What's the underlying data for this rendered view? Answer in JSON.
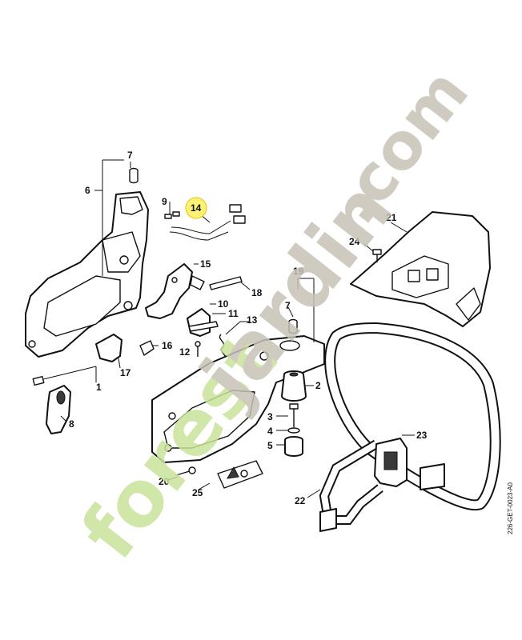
{
  "callouts": [
    {
      "id": "c1",
      "text": "1"
    },
    {
      "id": "c2",
      "text": "2"
    },
    {
      "id": "c3",
      "text": "3"
    },
    {
      "id": "c4",
      "text": "4"
    },
    {
      "id": "c5",
      "text": "5"
    },
    {
      "id": "c6",
      "text": "6"
    },
    {
      "id": "c7a",
      "text": "7"
    },
    {
      "id": "c7b",
      "text": "7"
    },
    {
      "id": "c8",
      "text": "8"
    },
    {
      "id": "c9",
      "text": "9"
    },
    {
      "id": "c10",
      "text": "10"
    },
    {
      "id": "c11",
      "text": "11"
    },
    {
      "id": "c12",
      "text": "12"
    },
    {
      "id": "c13",
      "text": "13"
    },
    {
      "id": "c14",
      "text": "14"
    },
    {
      "id": "c15",
      "text": "15"
    },
    {
      "id": "c16",
      "text": "16"
    },
    {
      "id": "c17",
      "text": "17"
    },
    {
      "id": "c18",
      "text": "18"
    },
    {
      "id": "c19",
      "text": "19"
    },
    {
      "id": "c20",
      "text": "20"
    },
    {
      "id": "c21",
      "text": "21"
    },
    {
      "id": "c22",
      "text": "22"
    },
    {
      "id": "c23",
      "text": "23"
    },
    {
      "id": "c24",
      "text": "24"
    },
    {
      "id": "c25",
      "text": "25"
    }
  ],
  "highlighted_callout": "14",
  "document_code": "226-GET-0023-A0",
  "watermark": {
    "text_forest": "forest",
    "text_jardin": "jardin",
    "text_com": ".com",
    "color_green": "#c9e29a",
    "color_grey": "#c8c2b6",
    "color_orange": "#f5b14a"
  }
}
